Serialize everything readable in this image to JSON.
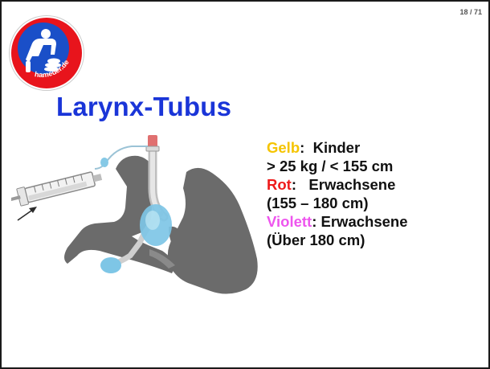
{
  "slide": {
    "page_number": "18 / 71",
    "title": "Larynx-Tubus"
  },
  "logo": {
    "text": "hameder.de",
    "icon": "cpr-person-icon",
    "colors": {
      "ring": "#e8141c",
      "disc": "#1a4fc8",
      "figure": "#ffffff"
    }
  },
  "illustration": {
    "icon": "larynx-tube-airway-illustration"
  },
  "info": {
    "gelb": {
      "label": "Gelb",
      "colon": ":",
      "text": "Kinder",
      "detail": "> 25 kg / < 155 cm",
      "color": "#f5c400"
    },
    "rot": {
      "label": "Rot",
      "colon": ":",
      "text": "Erwachsene",
      "detail": "(155 – 180 cm)",
      "color": "#ee1b1b"
    },
    "violett": {
      "label": "Violett",
      "colon": ":",
      "text": "Erwachsene",
      "detail": "(Über 180 cm)",
      "color": "#ee55ee"
    }
  },
  "colors": {
    "title": "#1a35d8",
    "text": "#111111",
    "border": "#1a1a1a"
  }
}
